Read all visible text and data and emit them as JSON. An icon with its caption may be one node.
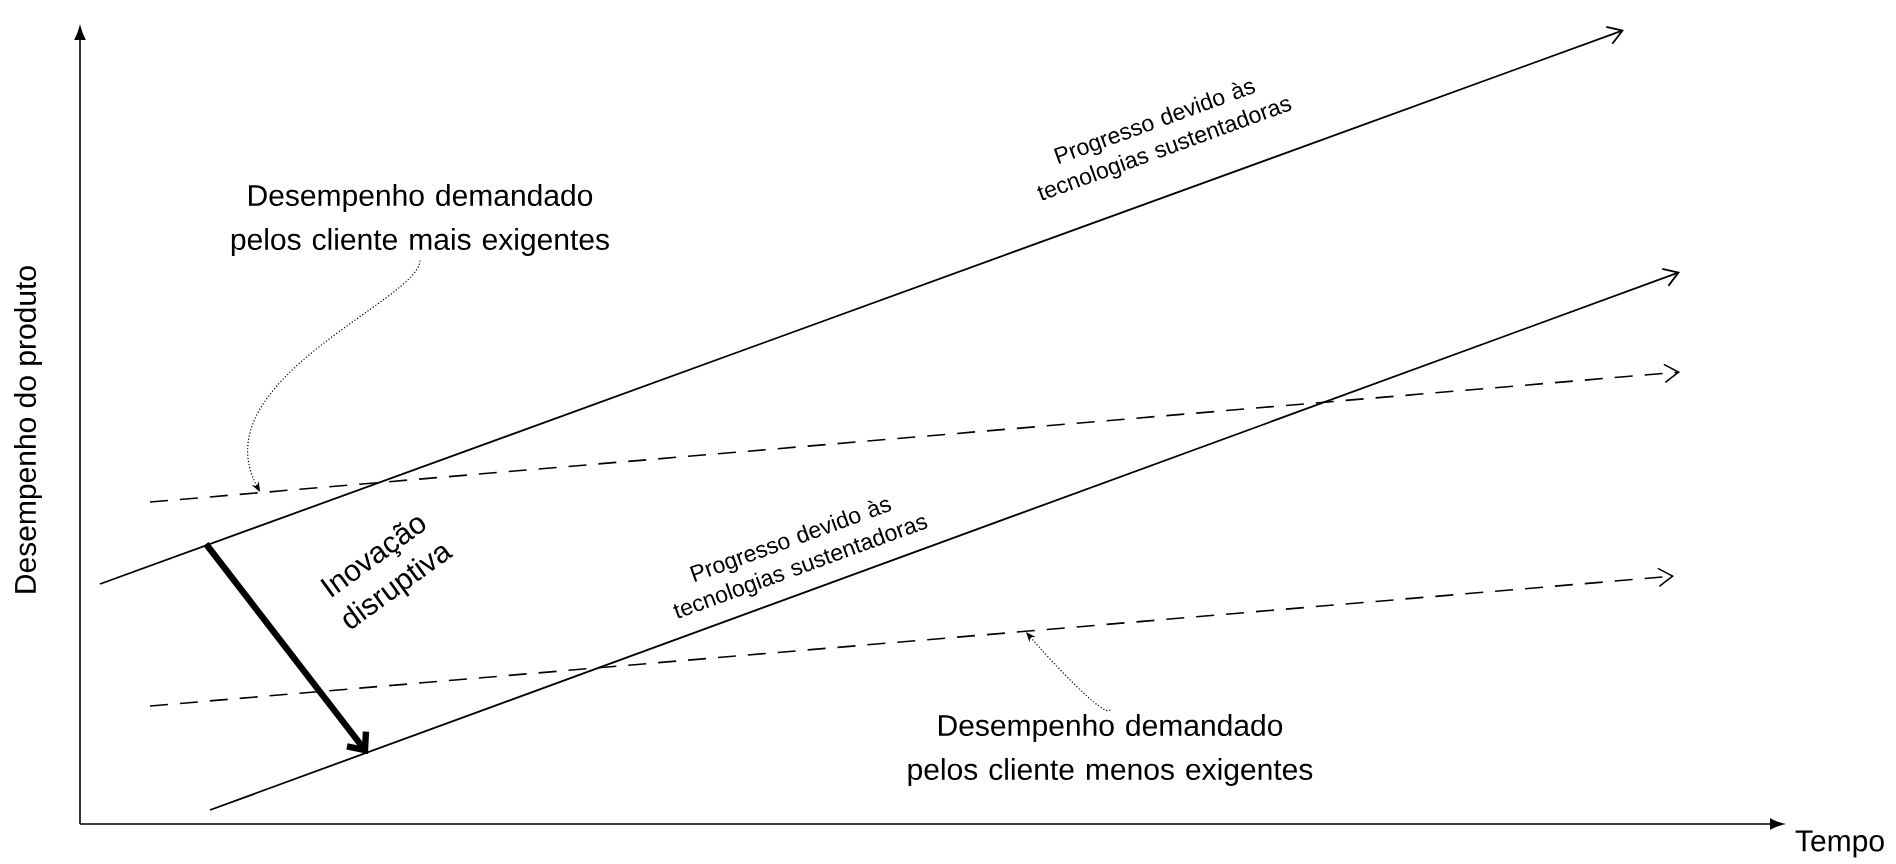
{
  "diagram": {
    "nodes": [
      {
        "text": [
          "Desempenho demandado pelos cliente mais exigentes"
        ]
      },
      {
        "text": [
          "Desempenho demandado pelos cliente menos exigentes"
        ]
      }
    ],
    "edges": [
      {
        "from": 0,
        "to": null,
        "arrow": "to"
      },
      {
        "from": 1,
        "to": null,
        "arrow": "to"
      }
    ],
    "labels": [
      "Desempenho do produto",
      "Progresso devido às tecnologias sustentadoras",
      "Inovação disruptiva",
      "Progresso devido às tecnologias sustentadoras",
      "Tempo"
    ]
  }
}
